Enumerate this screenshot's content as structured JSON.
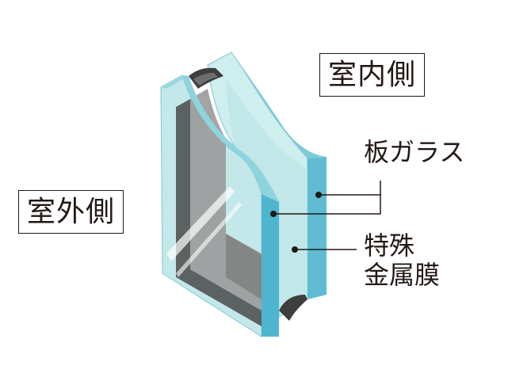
{
  "labels": {
    "indoor_side": "室内側",
    "outdoor_side": "室外側",
    "sheet_glass": "板ガラス",
    "special_metal_film_line1": "特殊",
    "special_metal_film_line2": "金属膜"
  },
  "colors": {
    "glass_face": "#bfe6e8",
    "glass_face_light": "#d7f0f0",
    "glass_edge": "#5fbcd3",
    "glass_edge_dark": "#3fa7c4",
    "glass_top": "#8fd3dd",
    "spacer_gray": "#8d8d8d",
    "spacer_dark": "#3e3e3e",
    "text": "#231815"
  }
}
